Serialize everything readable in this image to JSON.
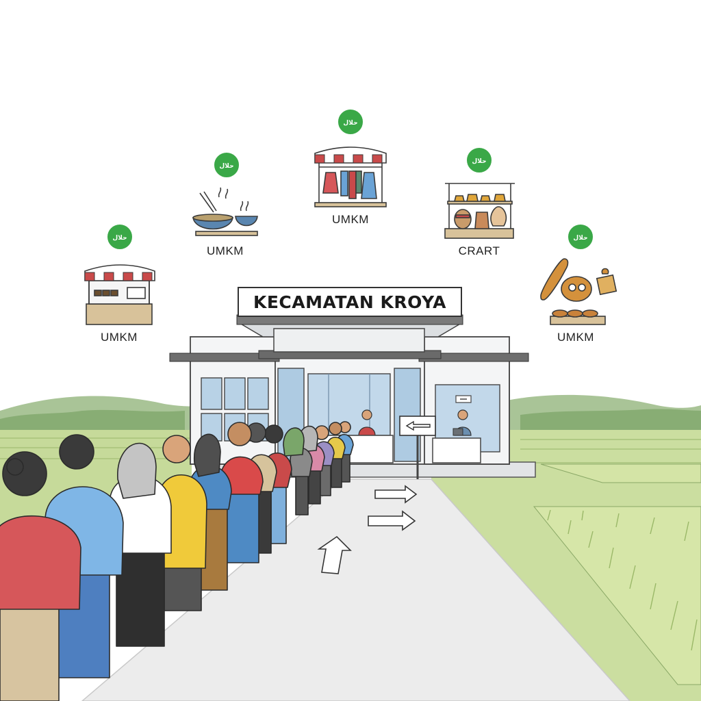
{
  "office": {
    "sign": "KECAMATAN KROYA"
  },
  "badges": {
    "halal": "حلال"
  },
  "stalls": [
    {
      "id": "stall-snack",
      "label": "UMKM"
    },
    {
      "id": "stall-food",
      "label": "UMKM"
    },
    {
      "id": "stall-clothing",
      "label": "UMKM"
    },
    {
      "id": "stall-craft",
      "label": "CRART"
    },
    {
      "id": "stall-bakery",
      "label": "UMKM"
    }
  ],
  "colors": {
    "halal_green": "#3aa847",
    "awning_red": "#c94a4a",
    "grass": "#c9dc9c",
    "hills": "#9cba86",
    "path": "#ededed"
  }
}
